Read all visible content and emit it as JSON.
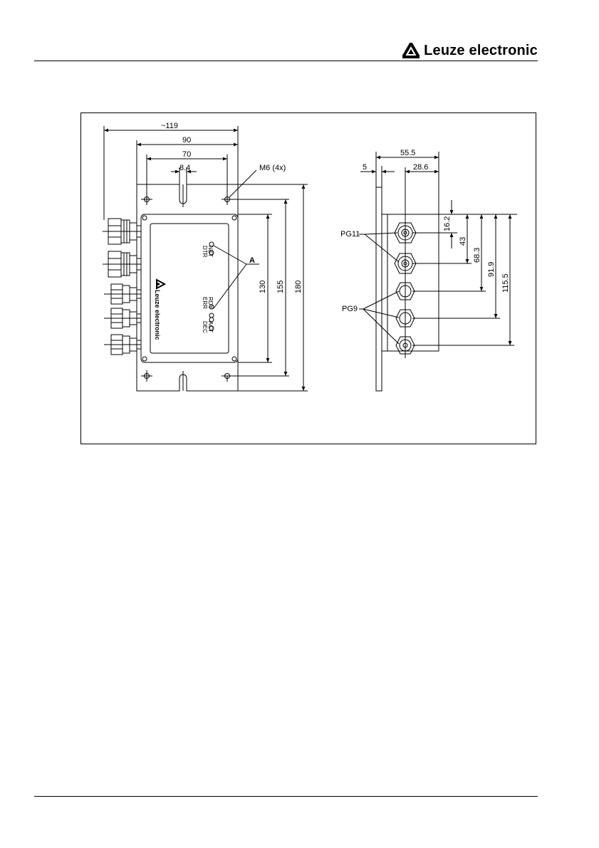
{
  "header": {
    "brand_name": "Leuze electronic",
    "logo_icon": "leuze-logo-icon"
  },
  "drawing": {
    "front_view": {
      "dim_overall_width": "~119",
      "dim_plate_width": "90",
      "dim_hole_spacing": "70",
      "dim_slot_width": "8.4",
      "mount_holes": "M6  (4x)",
      "dim_inner_height": "130",
      "dim_hole_height": "155",
      "dim_overall_height": "180",
      "callout_a": "A",
      "panel_brand": "Leuze electronic",
      "led_net": "NET",
      "led_dtr": "DTR",
      "led_rdy": "RDY",
      "led_act": "ACT",
      "led_err": "ERR",
      "led_dec": "DEC"
    },
    "side_view": {
      "dim_depth": "55.5",
      "dim_flange": "5",
      "dim_gland_offset": "28.6",
      "dim_gland1": "16.2",
      "dim_gland2": "43",
      "dim_gland3": "68.3",
      "dim_gland4": "91.9",
      "dim_gland5": "115.5",
      "label_pg11": "PG11",
      "label_pg9": "PG9"
    }
  }
}
